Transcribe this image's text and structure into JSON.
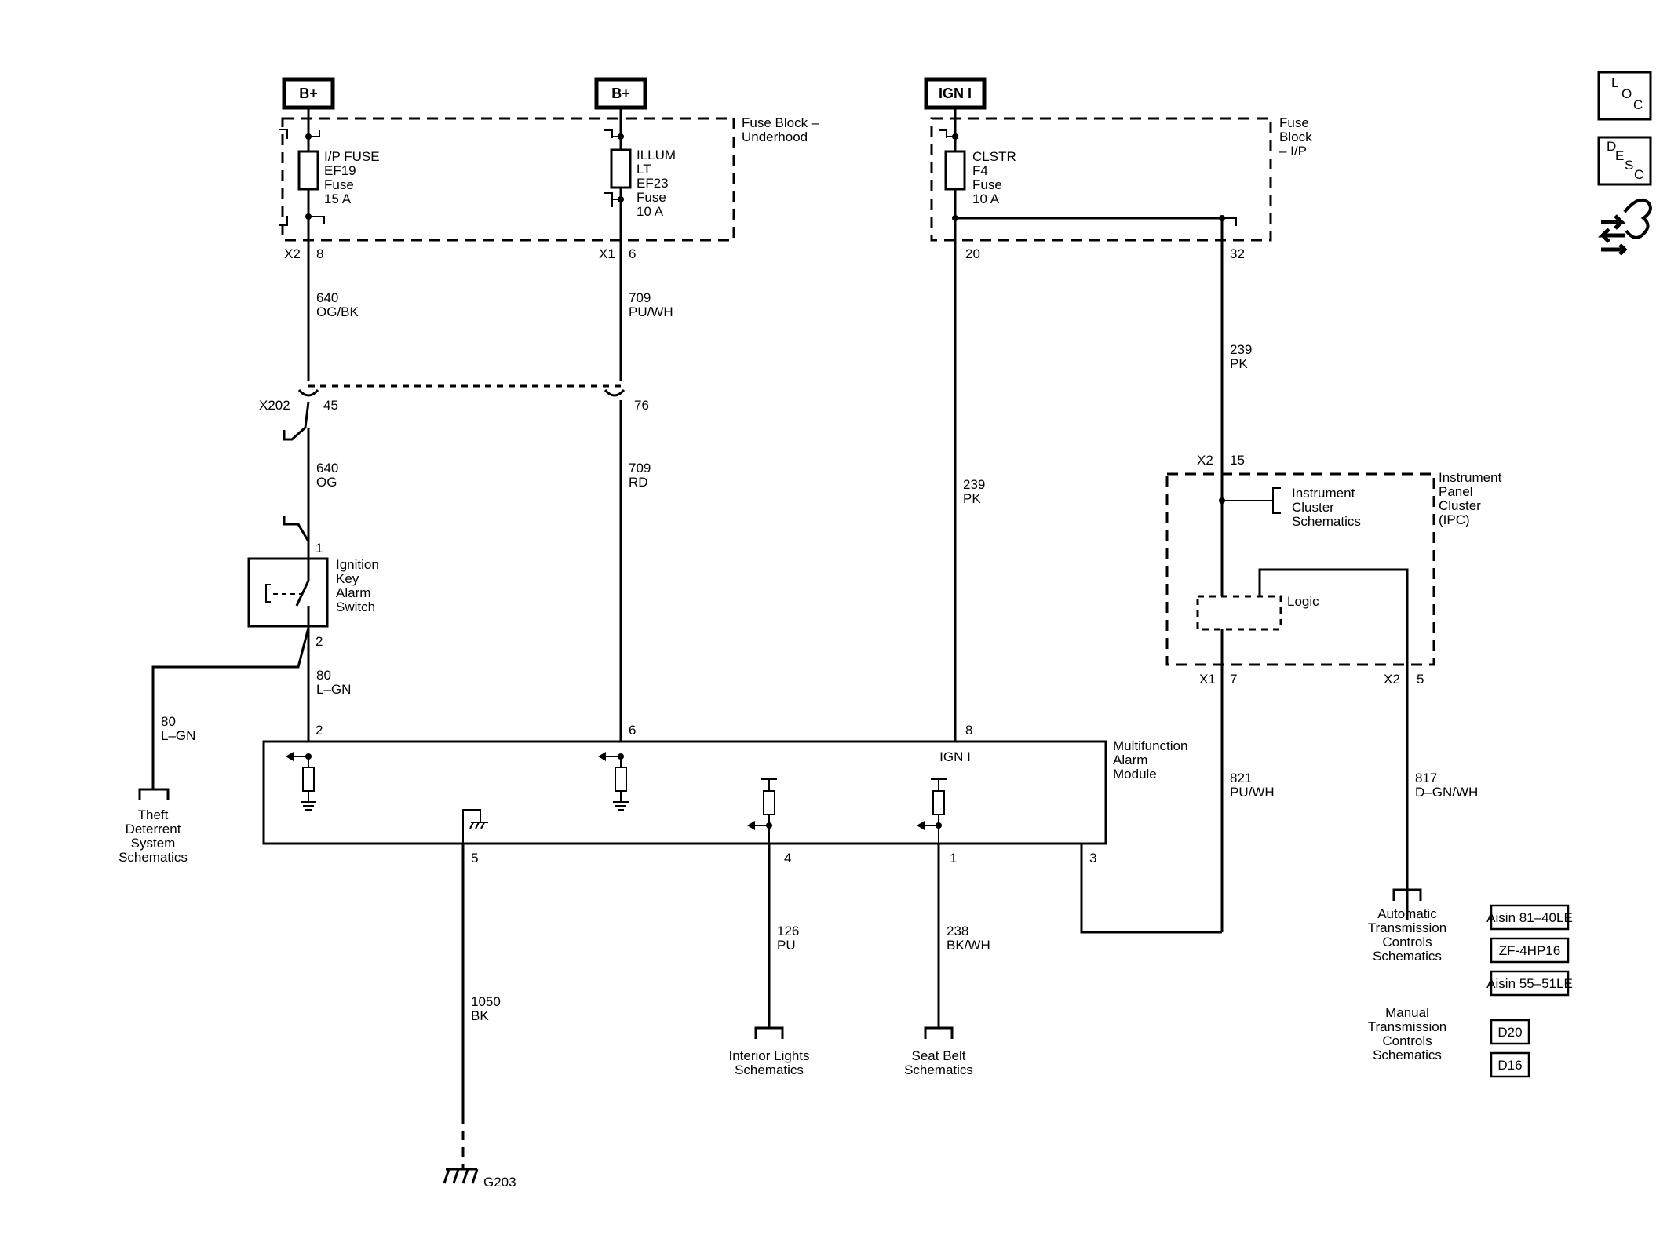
{
  "power": {
    "bplus_left": "B+",
    "bplus_mid": "B+",
    "ign": "IGN I"
  },
  "fuse_block_underhood": {
    "label_line1": "Fuse Block –",
    "label_line2": "Underhood"
  },
  "fuse_block_ip": {
    "label_line1": "Fuse",
    "label_line2": "Block",
    "label_line3": "– I/P"
  },
  "fuse_ef19": {
    "line1": "I/P FUSE",
    "line2": "EF19",
    "line3": "Fuse",
    "line4": "15 A"
  },
  "fuse_ef23": {
    "line1": "ILLUM",
    "line2": "LT",
    "line3": "EF23",
    "line4": "Fuse",
    "line5": "10 A"
  },
  "fuse_f4": {
    "line1": "CLSTR",
    "line2": "F4",
    "line3": "Fuse",
    "line4": "10 A"
  },
  "pins": {
    "x2": "X2",
    "x2_pin": "8",
    "x1": "X1",
    "x1_pin": "6",
    "ip_pin20": "20",
    "ip_pin32": "32",
    "x202": "X202",
    "x202_45": "45",
    "x202_76": "76",
    "sw_pin1": "1",
    "sw_pin2": "2",
    "mam_2": "2",
    "mam_6": "6",
    "mam_8": "8",
    "mam_5": "5",
    "mam_4": "4",
    "mam_1": "1",
    "mam_3": "3",
    "ipc_x2": "X2",
    "ipc_15": "15",
    "ipc_x1": "X1",
    "ipc_7": "7",
    "ipc_x2b": "X2",
    "ipc_5": "5"
  },
  "wires": {
    "w640_ogbk": {
      "num": "640",
      "color": "OG/BK"
    },
    "w709_puwh": {
      "num": "709",
      "color": "PU/WH"
    },
    "w239_pk_a": {
      "num": "239",
      "color": "PK"
    },
    "w640_og": {
      "num": "640",
      "color": "OG"
    },
    "w709_rd": {
      "num": "709",
      "color": "RD"
    },
    "w239_pk_b": {
      "num": "239",
      "color": "PK"
    },
    "w80_lgn_a": {
      "num": "80",
      "color": "L–GN"
    },
    "w80_lgn_b": {
      "num": "80",
      "color": "L–GN"
    },
    "w821_puwh": {
      "num": "821",
      "color": "PU/WH"
    },
    "w817_dgnwh": {
      "num": "817",
      "color": "D–GN/WH"
    },
    "w126_pu": {
      "num": "126",
      "color": "PU"
    },
    "w238_bkwh": {
      "num": "238",
      "color": "BK/WH"
    },
    "w1050_bk": {
      "num": "1050",
      "color": "BK"
    }
  },
  "switch": {
    "line1": "Ignition",
    "line2": "Key",
    "line3": "Alarm",
    "line4": "Switch"
  },
  "module": {
    "line1": "Multifunction",
    "line2": "Alarm",
    "line3": "Module",
    "ign": "IGN I"
  },
  "ipc": {
    "line1": "Instrument",
    "line2": "Panel",
    "line3": "Cluster",
    "line4": "(IPC)",
    "ref_line1": "Instrument",
    "ref_line2": "Cluster",
    "ref_line3": "Schematics",
    "logic": "Logic"
  },
  "refs": {
    "theft": [
      "Theft",
      "Deterrent",
      "System",
      "Schematics"
    ],
    "interior": [
      "Interior Lights",
      "Schematics"
    ],
    "seatbelt": [
      "Seat Belt",
      "Schematics"
    ],
    "auto_trans": [
      "Automatic",
      "Transmission",
      "Controls",
      "Schematics"
    ],
    "manual_trans": [
      "Manual",
      "Transmission",
      "Controls",
      "Schematics"
    ]
  },
  "ground": {
    "label": "G203"
  },
  "trans_buttons": {
    "aisin_8140": "Aisin 81–40LE",
    "zf": "ZF-4HP16",
    "aisin_5551": "Aisin 55–51LE"
  },
  "manual_buttons": {
    "d20": "D20",
    "d16": "D16"
  },
  "nav": {
    "loc": {
      "l": "L",
      "o": "O",
      "c": "C"
    },
    "desc": {
      "d": "D",
      "e": "E",
      "s": "S",
      "c": "C"
    }
  }
}
